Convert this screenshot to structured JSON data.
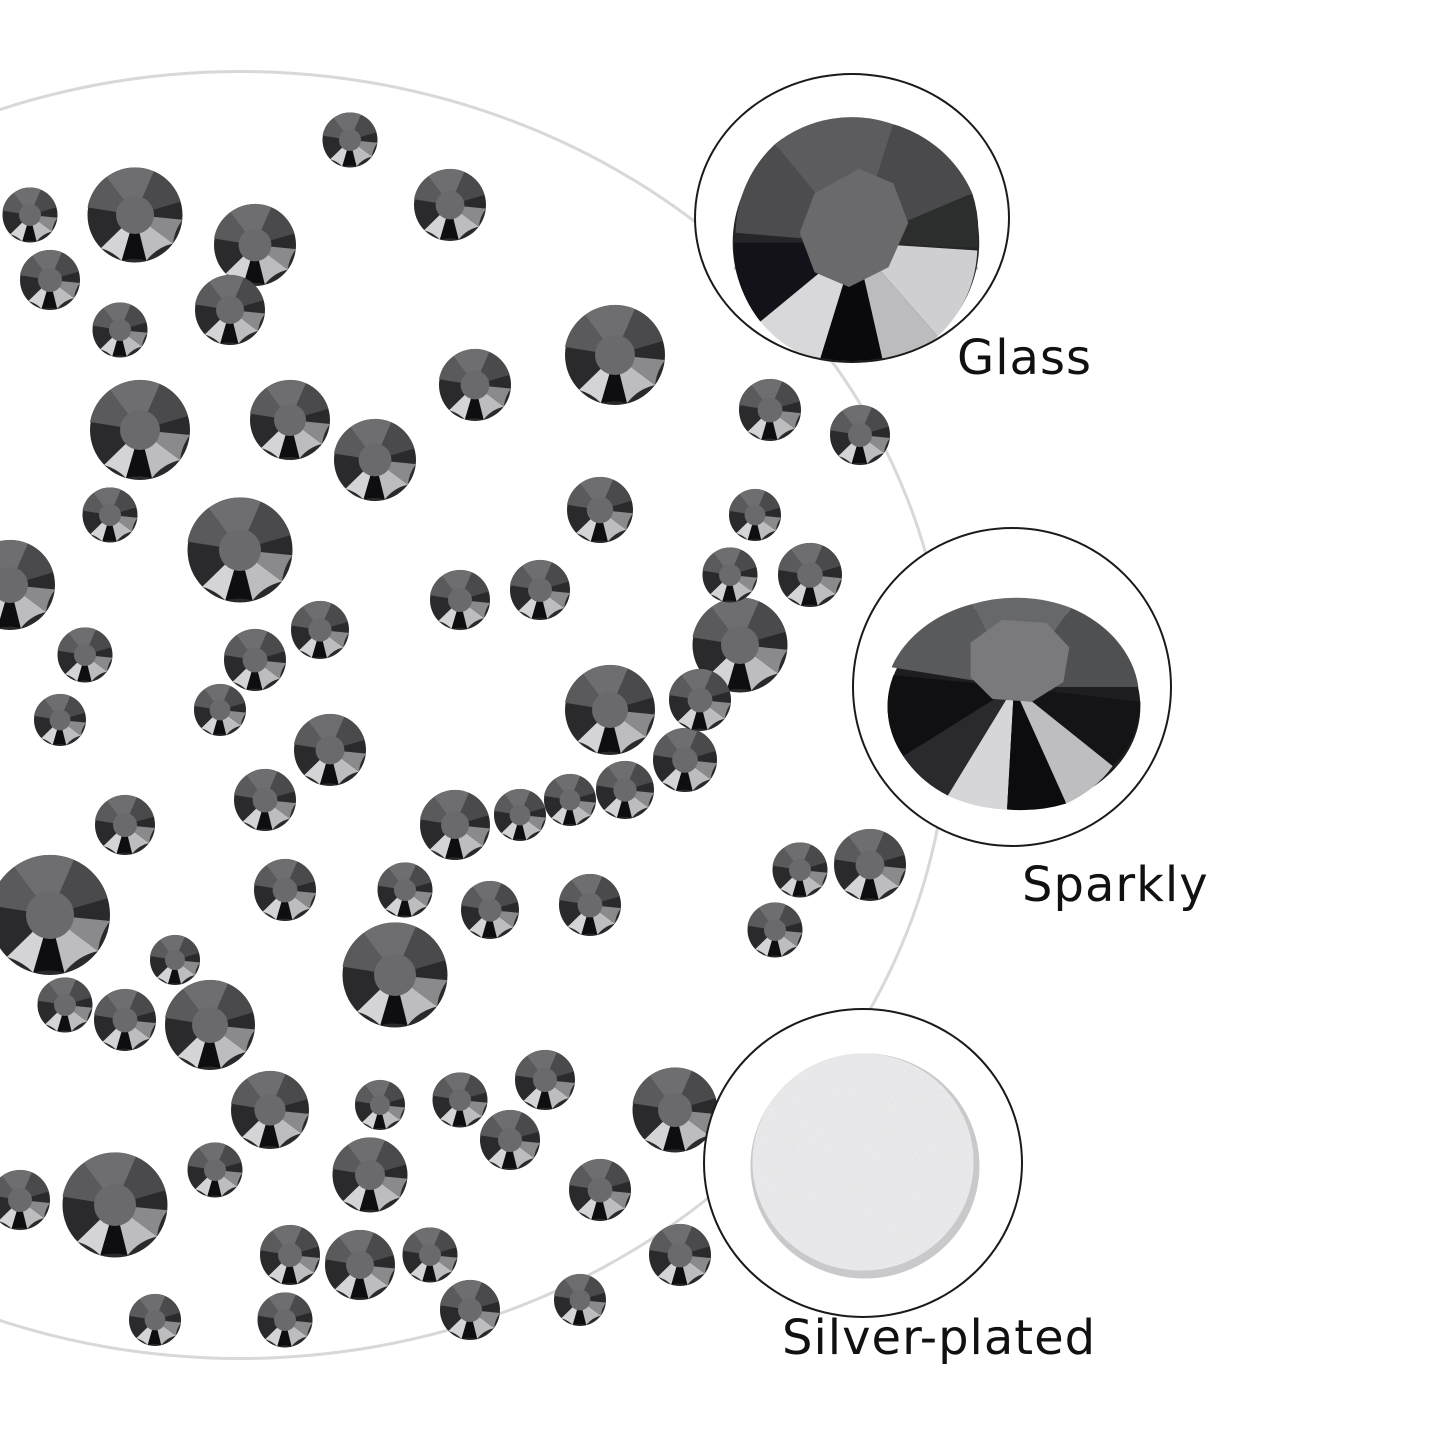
{
  "colors": {
    "background": "#ffffff",
    "gem_dark": "#1c1c1e",
    "gem_mid": "#555557",
    "gem_table": "#6b6b6d",
    "gem_highlight": "#d9d9db",
    "silver_backing": "#e6e6e8",
    "callout_border": "#1a1a1a",
    "frame_arc": "#d8d8d8",
    "label_text": "#111111"
  },
  "callouts": [
    {
      "id": "glass",
      "label": "Glass",
      "icon": "faceted-rhinestone-top-view"
    },
    {
      "id": "sparkly",
      "label": "Sparkly",
      "icon": "faceted-rhinestone-angled-view"
    },
    {
      "id": "silver_plated",
      "label": "Silver-plated",
      "icon": "silver-foil-backing"
    }
  ],
  "scene": {
    "subject": "scattered hematite flatback rhinestones of mixed sizes on white background"
  }
}
